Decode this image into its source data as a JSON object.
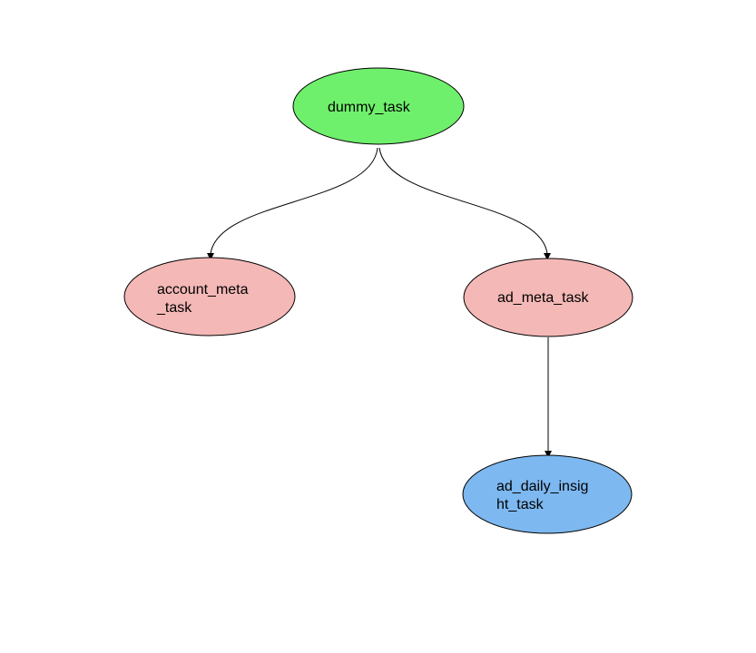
{
  "nodes": {
    "dummy": {
      "lines": [
        "dummy_task"
      ],
      "color": "#6ff06c"
    },
    "account_meta": {
      "lines": [
        "account_meta",
        "_task"
      ],
      "color": "#f4b8b6"
    },
    "ad_meta": {
      "lines": [
        "ad_meta_task"
      ],
      "color": "#f4b8b6"
    },
    "ad_daily_insight": {
      "lines": [
        "ad_daily_insig",
        "ht_task"
      ],
      "color": "#7db8f0"
    }
  },
  "edges": [
    {
      "from": "dummy",
      "to": "account_meta"
    },
    {
      "from": "dummy",
      "to": "ad_meta"
    },
    {
      "from": "ad_meta",
      "to": "ad_daily_insight"
    }
  ],
  "colors": {
    "background": "#ffffff",
    "stroke": "#000000"
  }
}
